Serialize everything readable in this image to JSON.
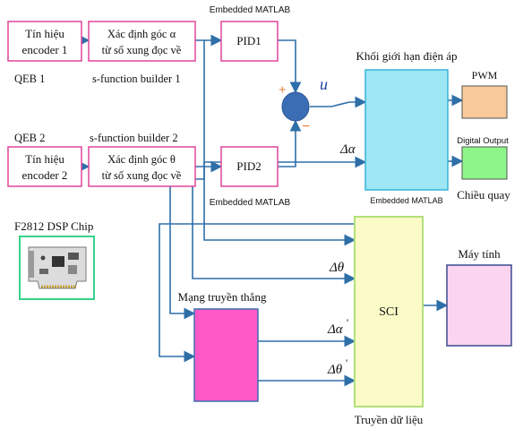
{
  "blocks": {
    "encoder1": {
      "line1": "Tín hiệu",
      "line2": "encoder 1"
    },
    "angle1": {
      "line1": "Xác định góc α",
      "line2": "từ số xung đọc về"
    },
    "encoder2": {
      "line1": "Tín hiệu",
      "line2": "encoder 2"
    },
    "angle2": {
      "line1": "Xác định góc θ",
      "line2": "từ số xung đọc về"
    },
    "pid1": "PID1",
    "pid2": "PID2",
    "sci": "SCI",
    "pwm": "PWM",
    "feedforward": "Mạng truyền thẳng"
  },
  "labels": {
    "qeb1": "QEB 1",
    "qeb2": "QEB 2",
    "sfunc1": "s-function builder 1",
    "sfunc2": "s-function builder 2",
    "matlab_top": "Embedded MATLAB",
    "matlab_pid2": "Embedded MATLAB",
    "matlab_limiter": "Embedded  MATLAB",
    "limiter_title": "Khối giới hạn điện áp",
    "u": "u",
    "plus": "+",
    "minus": "−",
    "delta_alpha": "Δα",
    "delta_theta": "Δθ",
    "delta_alpha_dot": "Δα",
    "delta_theta_dot": "Δθ",
    "dot_mark": "'",
    "digital_output": "Digital Output",
    "direction": "Chiều quay",
    "computer": "Máy tính",
    "data_transfer": "Truyền dữ liệu",
    "dsp_chip": "F2812 DSP Chip"
  },
  "colors": {
    "pink_border": "#e0459a",
    "arrow": "#2f6fa8",
    "limiter_fill": "#9fe6f4",
    "pwm_fill": "#f7c99b",
    "digital_fill": "#8ef58a",
    "sci_fill": "#fbfbc8",
    "sci_border": "#b2e07a",
    "computer_fill": "#fbd4f0",
    "computer_border": "#3b4a8c",
    "feedforward_fill": "#ff59c8",
    "sum_fill": "#3a6db4"
  }
}
